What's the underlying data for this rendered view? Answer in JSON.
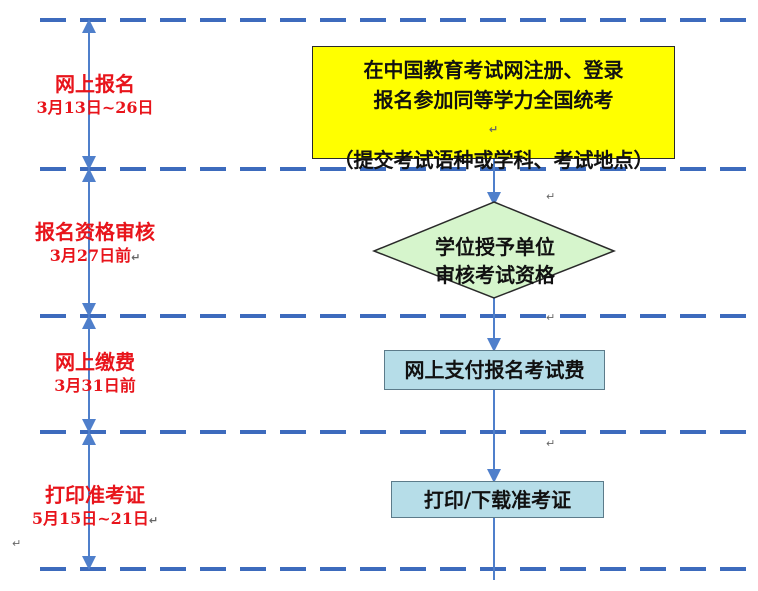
{
  "stages": [
    {
      "title": "网上报名",
      "date": "3月13日~26日"
    },
    {
      "title": "报名资格审核",
      "date": "3月27日前"
    },
    {
      "title": "网上缴费",
      "date": "3月31日前"
    },
    {
      "title": "打印准考证",
      "date": "5月15日~21日"
    }
  ],
  "steps": {
    "register": {
      "line1": "在中国教育考试网注册、登录",
      "line2": "报名参加同等学力全国统考",
      "line3": "（提交考试语种或学科、考试地点）"
    },
    "review": {
      "line1": "学位授予单位",
      "line2": "审核考试资格"
    },
    "pay": "网上支付报名考试费",
    "print": "打印/下载准考证"
  },
  "mark_glyph": "↵",
  "colors": {
    "stage_text": "#e8141b",
    "dash_line": "#3d6bbd",
    "timeline": "#4f7fcb",
    "register_fill": "#ffff00",
    "review_fill": "#d6f5cc",
    "teal_fill": "#b6dde8"
  }
}
